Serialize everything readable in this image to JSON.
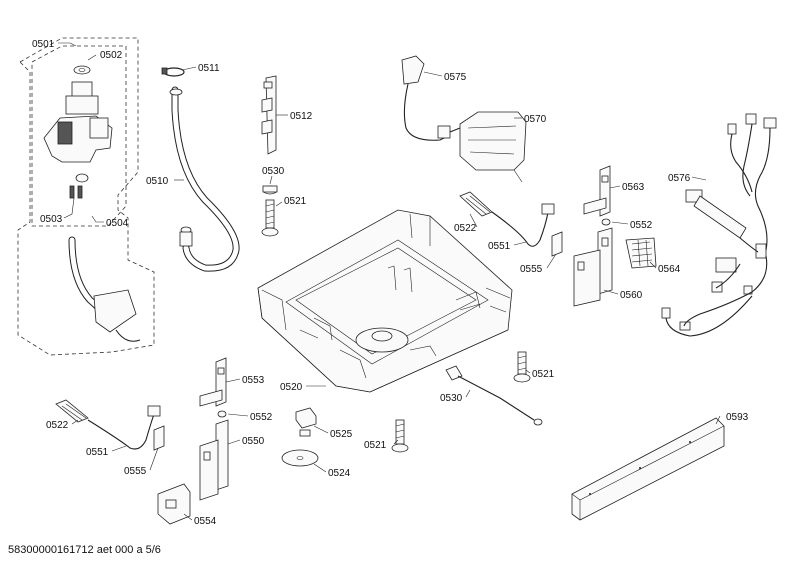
{
  "footer": {
    "doc_id": "58300000161712 aet 000 a 5/6"
  },
  "labels": {
    "l0501": "0501",
    "l0502": "0502",
    "l0503": "0503",
    "l0504": "0504",
    "l0510": "0510",
    "l0511": "0511",
    "l0512": "0512",
    "l0530a": "0530",
    "l0521a": "0521",
    "l0575": "0575",
    "l0570": "0570",
    "l0576": "0576",
    "l0563": "0563",
    "l0552a": "0552",
    "l0564": "0564",
    "l0560": "0560",
    "l0522a": "0522",
    "l0551a": "0551",
    "l0555a": "0555",
    "l0520": "0520",
    "l0521b": "0521",
    "l0530b": "0530",
    "l0521c": "0521",
    "l0593": "0593",
    "l0553": "0553",
    "l0552b": "0552",
    "l0550": "0550",
    "l0522b": "0522",
    "l0551b": "0551",
    "l0555b": "0555",
    "l0554": "0554",
    "l0525": "0525",
    "l0524": "0524"
  }
}
